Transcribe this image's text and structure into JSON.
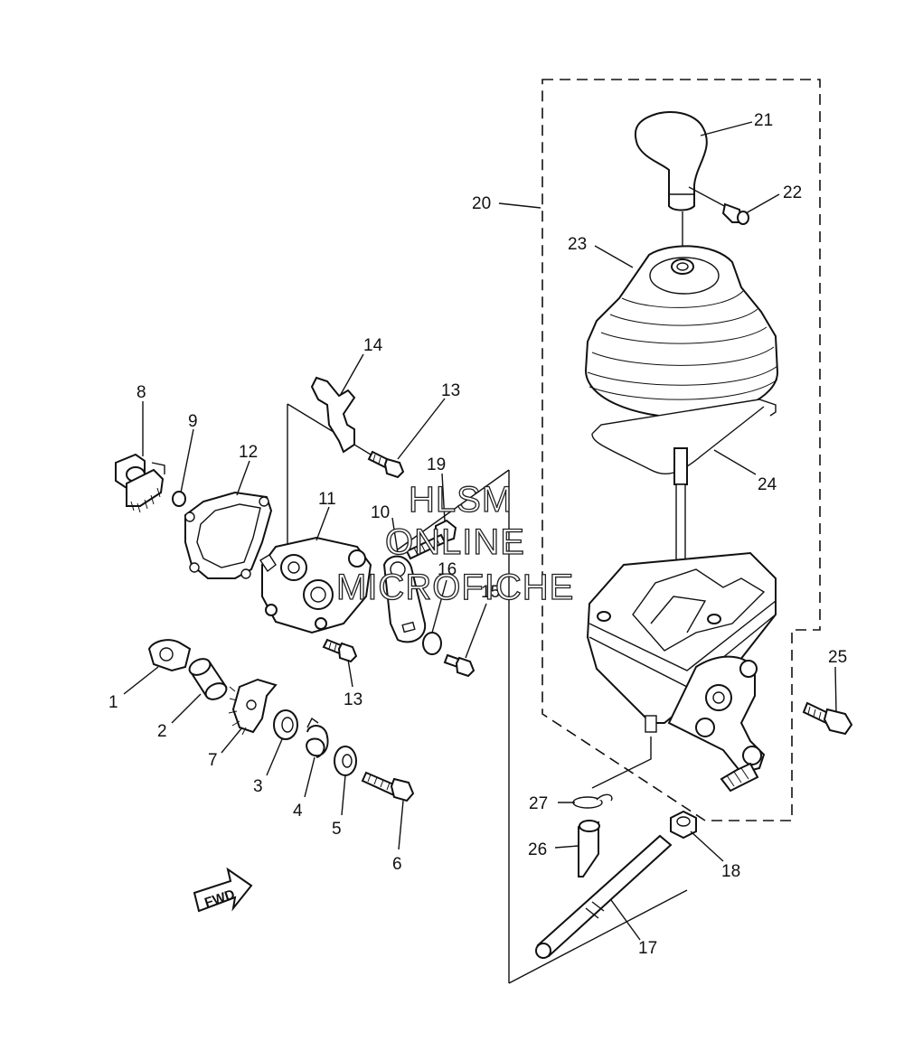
{
  "callouts": [
    "1",
    "2",
    "3",
    "4",
    "5",
    "6",
    "7",
    "8",
    "9",
    "10",
    "11",
    "12",
    "13",
    "13",
    "14",
    "15",
    "16",
    "17",
    "18",
    "19",
    "20",
    "21",
    "22",
    "23",
    "24",
    "25",
    "26",
    "27"
  ],
  "watermark": [
    "HLSM",
    "ONLINE",
    "MICROFICHE"
  ],
  "direction_label": "FWD"
}
